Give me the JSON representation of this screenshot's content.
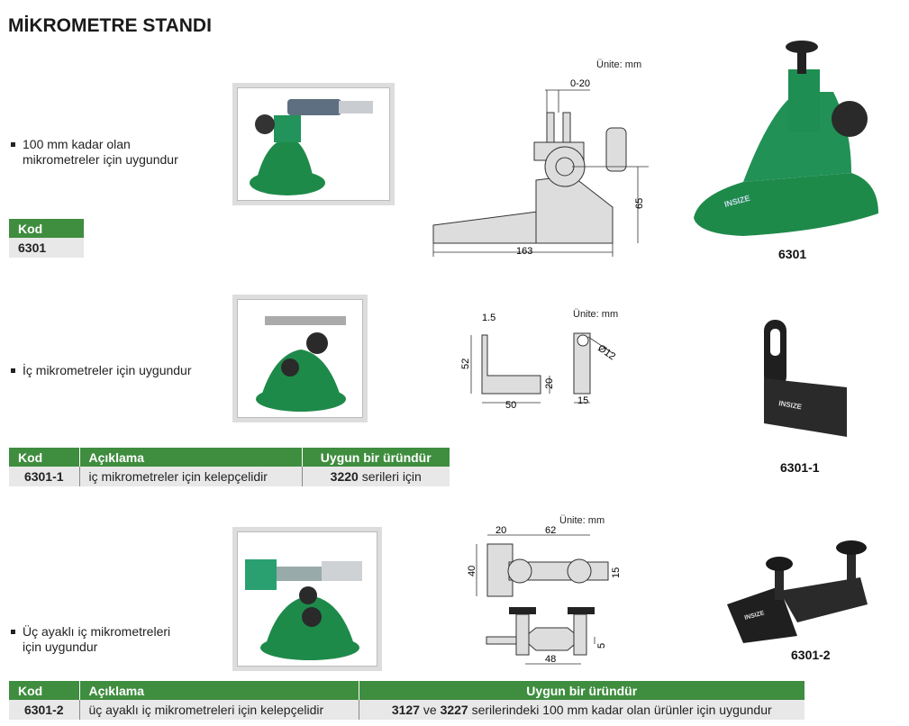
{
  "title": "MİKROMETRE STANDI",
  "colors": {
    "header_green": "#3f8d3f",
    "row_gray": "#e8e8e8",
    "product_green": "#1e8a4a"
  },
  "sections": [
    {
      "bullet_lines": [
        "100 mm kadar olan",
        "mikrometreler için uygundur"
      ],
      "unit": "Ünite: mm",
      "dims": [
        "0-20",
        "65",
        "163"
      ],
      "product_label": "6301",
      "table": {
        "headers": [
          "Kod"
        ],
        "rows": [
          [
            "6301"
          ]
        ]
      }
    },
    {
      "bullet_lines": [
        "İç mikrometreler için uygundur"
      ],
      "unit": "Ünite: mm",
      "dims": [
        "1.5",
        "52",
        "20",
        "50",
        "Ø12",
        "15"
      ],
      "product_label": "6301-1",
      "brand": "INSIZE",
      "table": {
        "headers": [
          "Kod",
          "Açıklama",
          "Uygun bir üründür"
        ],
        "rows": [
          [
            "6301-1",
            "iç mikrometreler için kelepçelidir",
            "3220",
            " serileri için"
          ]
        ]
      }
    },
    {
      "bullet_lines": [
        "Üç ayaklı iç mikrometreleri",
        "için uygundur"
      ],
      "unit": "Ünite: mm",
      "dims": [
        "20",
        "62",
        "40",
        "15",
        "5",
        "48"
      ],
      "product_label": "6301-2",
      "table": {
        "headers": [
          "Kod",
          "Açıklama",
          "Uygun bir üründür"
        ],
        "rows": [
          [
            "6301-2",
            "üç ayaklı iç mikrometreleri için kelepçelidir",
            "3127",
            " ve ",
            "3227",
            " serilerindeki 100 mm kadar olan ürünler için uygundur"
          ]
        ]
      }
    }
  ]
}
